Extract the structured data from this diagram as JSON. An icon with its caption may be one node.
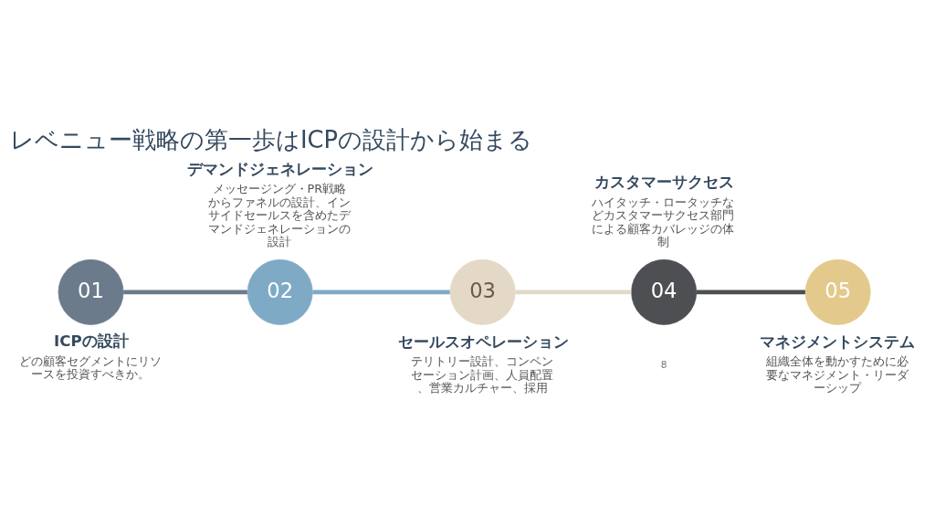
{
  "diagram": {
    "title": "レベニュー戦略の第一歩はICPの設計から始まる",
    "nodes": [
      {
        "text": [
          "01"
        ],
        "beside": [
          "ICPの設計",
          "どの顧客セグメントにリソースを投資すべきか。"
        ]
      },
      {
        "text": [
          "02"
        ],
        "beside": [
          "デマンドジェネレーション",
          "メッセージング・PR戦略からファネルの設計、インサイドセールスを含めたデマンドジェネレーションの設計"
        ]
      },
      {
        "text": [
          "03"
        ],
        "beside": [
          "セールスオペレーション",
          "テリトリー設計、コンペンセーション計画、人員配置、営業カルチャー、採用"
        ]
      },
      {
        "text": [
          "04"
        ],
        "beside": [
          "カスタマーサクセス",
          "ハイタッチ・ロータッチなどカスタマーサクセス部門による顧客カバレッジの体制"
        ]
      },
      {
        "text": [
          "05"
        ],
        "beside": [
          "マネジメントシステム",
          "組織全体を動かすために必要なマネジメント・リーダーシップ"
        ]
      }
    ],
    "edges": [
      {
        "from": 0,
        "to": 1,
        "arrow": "none",
        "color": "#6b7b8c"
      },
      {
        "from": 1,
        "to": 2,
        "arrow": "none",
        "color": "#7faac6"
      },
      {
        "from": 2,
        "to": 3,
        "arrow": "none",
        "color": "#e3d9c6"
      },
      {
        "from": 3,
        "to": 4,
        "arrow": "none",
        "color": "#4d4f53"
      }
    ],
    "labels": [
      "8"
    ]
  }
}
